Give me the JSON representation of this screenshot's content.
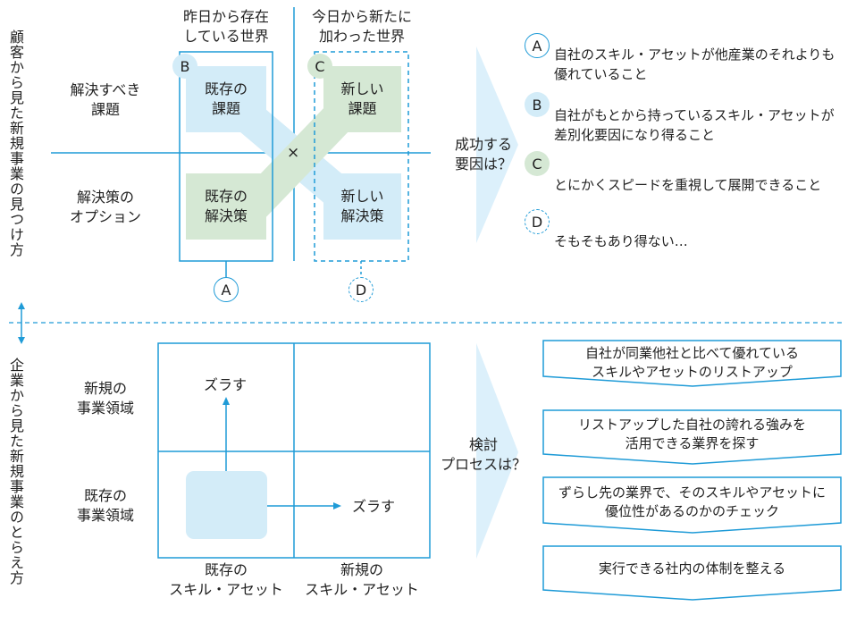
{
  "top": {
    "side_label": "顧客から見た新規事業の見つけ方",
    "col_headers": [
      "昨日から存在している世界",
      "今日から新たに加わった世界"
    ],
    "col_header_lines": [
      [
        "昨日から存在",
        "している世界"
      ],
      [
        "今日から新たに",
        "加わった世界"
      ]
    ],
    "row_labels": [
      [
        "解決すべき",
        "課題"
      ],
      [
        "解決策の",
        "オプション"
      ]
    ],
    "cells": {
      "existing_issue": [
        "既存の",
        "課題"
      ],
      "new_issue": [
        "新しい",
        "課題"
      ],
      "existing_solution": [
        "既存の",
        "解決策"
      ],
      "new_solution": [
        "新しい",
        "解決策"
      ]
    },
    "cross_mark": "×",
    "markers": {
      "a": "A",
      "b": "B",
      "c": "C",
      "d": "D"
    },
    "question": [
      "成功する",
      "要因は？"
    ],
    "factors": [
      {
        "marker": "A",
        "lines": [
          "自社のスキル・アセットが他産業のそれよりも",
          "優れていること"
        ]
      },
      {
        "marker": "B",
        "lines": [
          "自社がもとから持っているスキル・アセットが",
          "差別化要因になり得ること"
        ]
      },
      {
        "marker": "C",
        "lines": [
          "とにかくスピードを重視して展開できること"
        ]
      },
      {
        "marker": "D",
        "lines": [
          "そもそもあり得ない…"
        ]
      }
    ]
  },
  "bottom": {
    "side_label": "企業から見た新規事業のとらえ方",
    "row_labels": [
      [
        "新規の",
        "事業領域"
      ],
      [
        "既存の",
        "事業領域"
      ]
    ],
    "col_labels": [
      [
        "既存の",
        "スキル・アセット"
      ],
      [
        "新規の",
        "スキル・アセット"
      ]
    ],
    "shift_up": "ズラす",
    "shift_right": "ズラす",
    "question": [
      "検討",
      "プロセスは？"
    ],
    "steps": [
      [
        "自社が同業他社と比べて優れている",
        "スキルやアセットのリストアップ"
      ],
      [
        "リストアップした自社の誇れる強みを",
        "活用できる業界を探す"
      ],
      [
        "ずらし先の業界で、そのスキルやアセットに",
        "優位性があるのかのチェック"
      ],
      [
        "実行できる社内の体制を整える"
      ]
    ]
  },
  "colors": {
    "accent": "#1f9bd7",
    "light_blue": "#d3ecf8",
    "light_green": "#d5e8d4",
    "arrow_fill": "#dcf0fb"
  }
}
